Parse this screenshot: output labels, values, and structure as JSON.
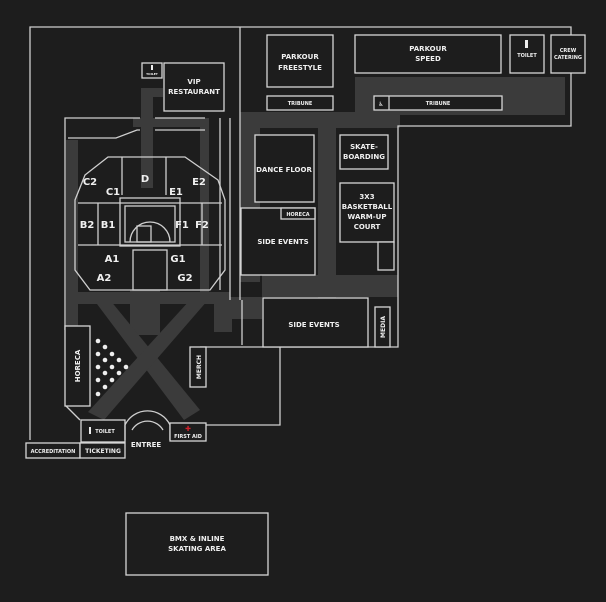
{
  "colors": {
    "background": "#1d1d1d",
    "walkway": "#3b3b3b",
    "outline": "#d6d6d6",
    "first_aid": "#d0202a"
  },
  "venues": {
    "vip_restaurant": [
      "VIP",
      "RESTAURANT"
    ],
    "toilet_small": "TOILET",
    "parkour_freestyle": [
      "PARKOUR",
      "FREESTYLE"
    ],
    "parkour_speed": [
      "PARKOUR",
      "SPEED"
    ],
    "toilet_top": "TOILET",
    "crew_catering": [
      "CREW",
      "CATERING"
    ],
    "tribune_left": "TRIBUNE",
    "tribune_right": "TRIBUNE",
    "dance_floor": "DANCE FLOOR",
    "skateboarding": [
      "SKATE-",
      "BOARDING"
    ],
    "basketball": [
      "3X3",
      "BASKETBALL",
      "WARM-UP",
      "COURT"
    ],
    "horeca_small": "HORECA",
    "side_events_1": "SIDE EVENTS",
    "side_events_2": "SIDE EVENTS",
    "media": "MEDIA",
    "horeca_left": "HORECA",
    "merch": "MERCH",
    "toilet_entrance": "TOILET",
    "first_aid": "FIRST AID",
    "entree": "ENTREE",
    "accreditation": "ACCREDITATION",
    "ticketing": "TICKETING",
    "bmx": [
      "BMX & INLINE",
      "SKATING AREA"
    ]
  },
  "arena_sections": {
    "D": "D",
    "C1": "C1",
    "C2": "C2",
    "E1": "E1",
    "E2": "E2",
    "B1": "B1",
    "B2": "B2",
    "F1": "F1",
    "F2": "F2",
    "A1": "A1",
    "A2": "A2",
    "G1": "G1",
    "G2": "G2"
  }
}
